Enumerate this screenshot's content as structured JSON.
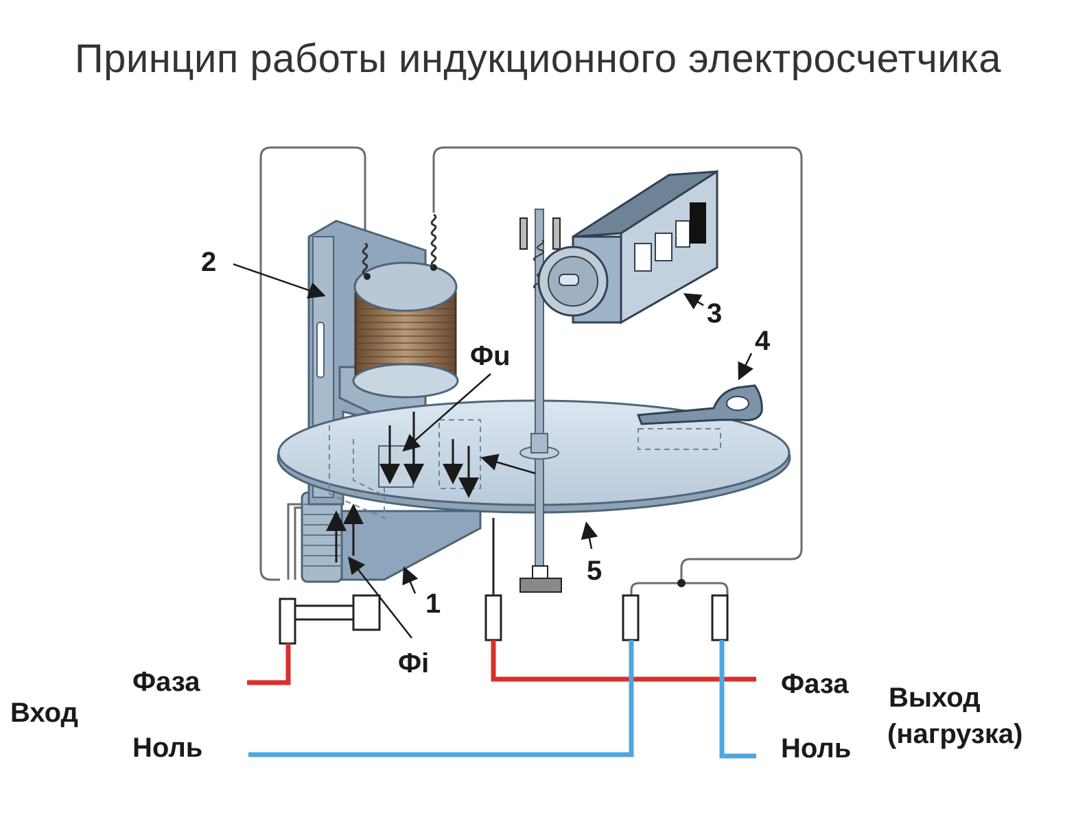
{
  "title": "Принцип работы индукционного электросчетчика",
  "labels": {
    "n1": "1",
    "n2": "2",
    "n3": "3",
    "n4": "4",
    "n5": "5",
    "phi_u": "Фu",
    "phi_i": "Фi"
  },
  "wiring": {
    "input": "Вход",
    "output_line1": "Выход",
    "output_line2": "(нагрузка)",
    "phase_in": "Фаза",
    "neutral_in": "Ноль",
    "phase_out": "Фаза",
    "neutral_out": "Ноль"
  },
  "colors": {
    "phase_wire": "#d9302a",
    "neutral_wire": "#4ea6e0",
    "metal": "#9fb3c7",
    "disc": "#cfdde9",
    "coil": "#8a6a4a"
  }
}
